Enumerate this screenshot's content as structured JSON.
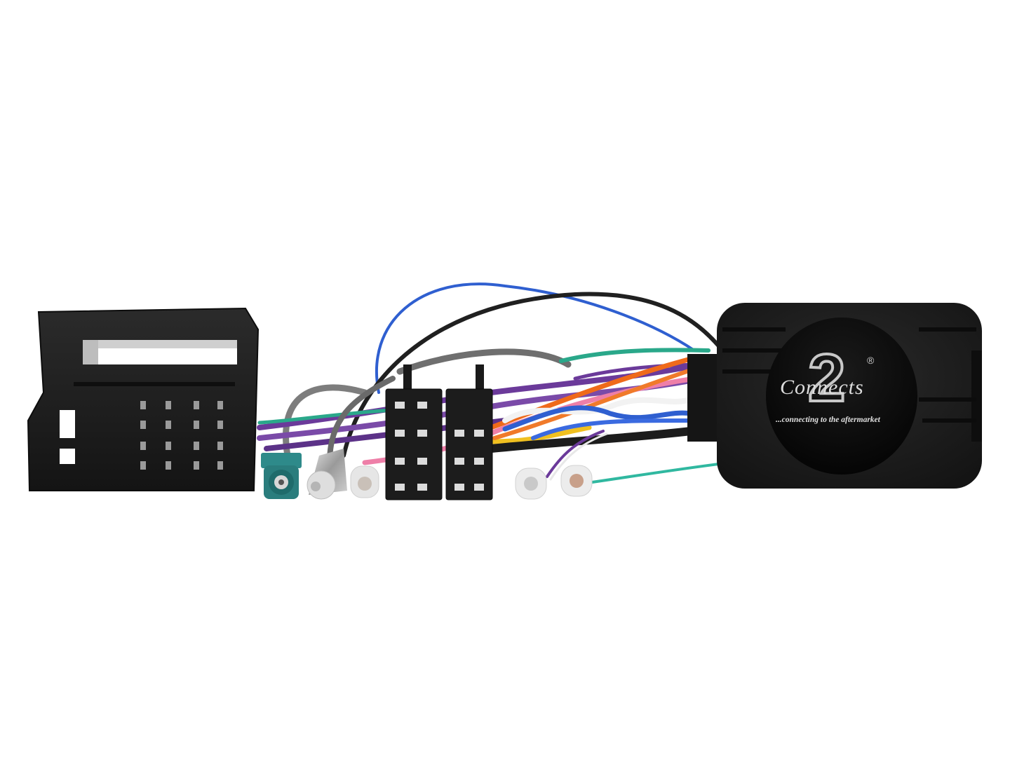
{
  "image": {
    "subject": "Car stereo steering wheel control interface harness",
    "background": "#ffffff"
  },
  "logo": {
    "brand_text": "Connects",
    "numeral": "2",
    "registered_mark": "®",
    "tagline": "...connecting to the aftermarket"
  },
  "components": [
    {
      "name": "quadlock-connector",
      "color": "#1c1c1c"
    },
    {
      "name": "fakra-antenna-connector",
      "color": "#2e8a8a"
    },
    {
      "name": "din-antenna-plug",
      "color": "#d8d8d8"
    },
    {
      "name": "iso-connector-left",
      "color": "#1a1a1a"
    },
    {
      "name": "iso-connector-right",
      "color": "#1a1a1a"
    },
    {
      "name": "rca-plugs",
      "color": "#e6e6e6"
    },
    {
      "name": "interface-box",
      "color": "#1e1e1e"
    }
  ],
  "wire_colors": {
    "blue": "#2f5fd0",
    "black": "#202020",
    "green": "#2aa88a",
    "purple": "#6b3a9a",
    "orange": "#ef6a1a",
    "pink": "#ee7fa8",
    "white": "#f2f2f2",
    "yellow": "#f0c020",
    "grey": "#7d7d7d",
    "teal": "#30b8a0"
  }
}
